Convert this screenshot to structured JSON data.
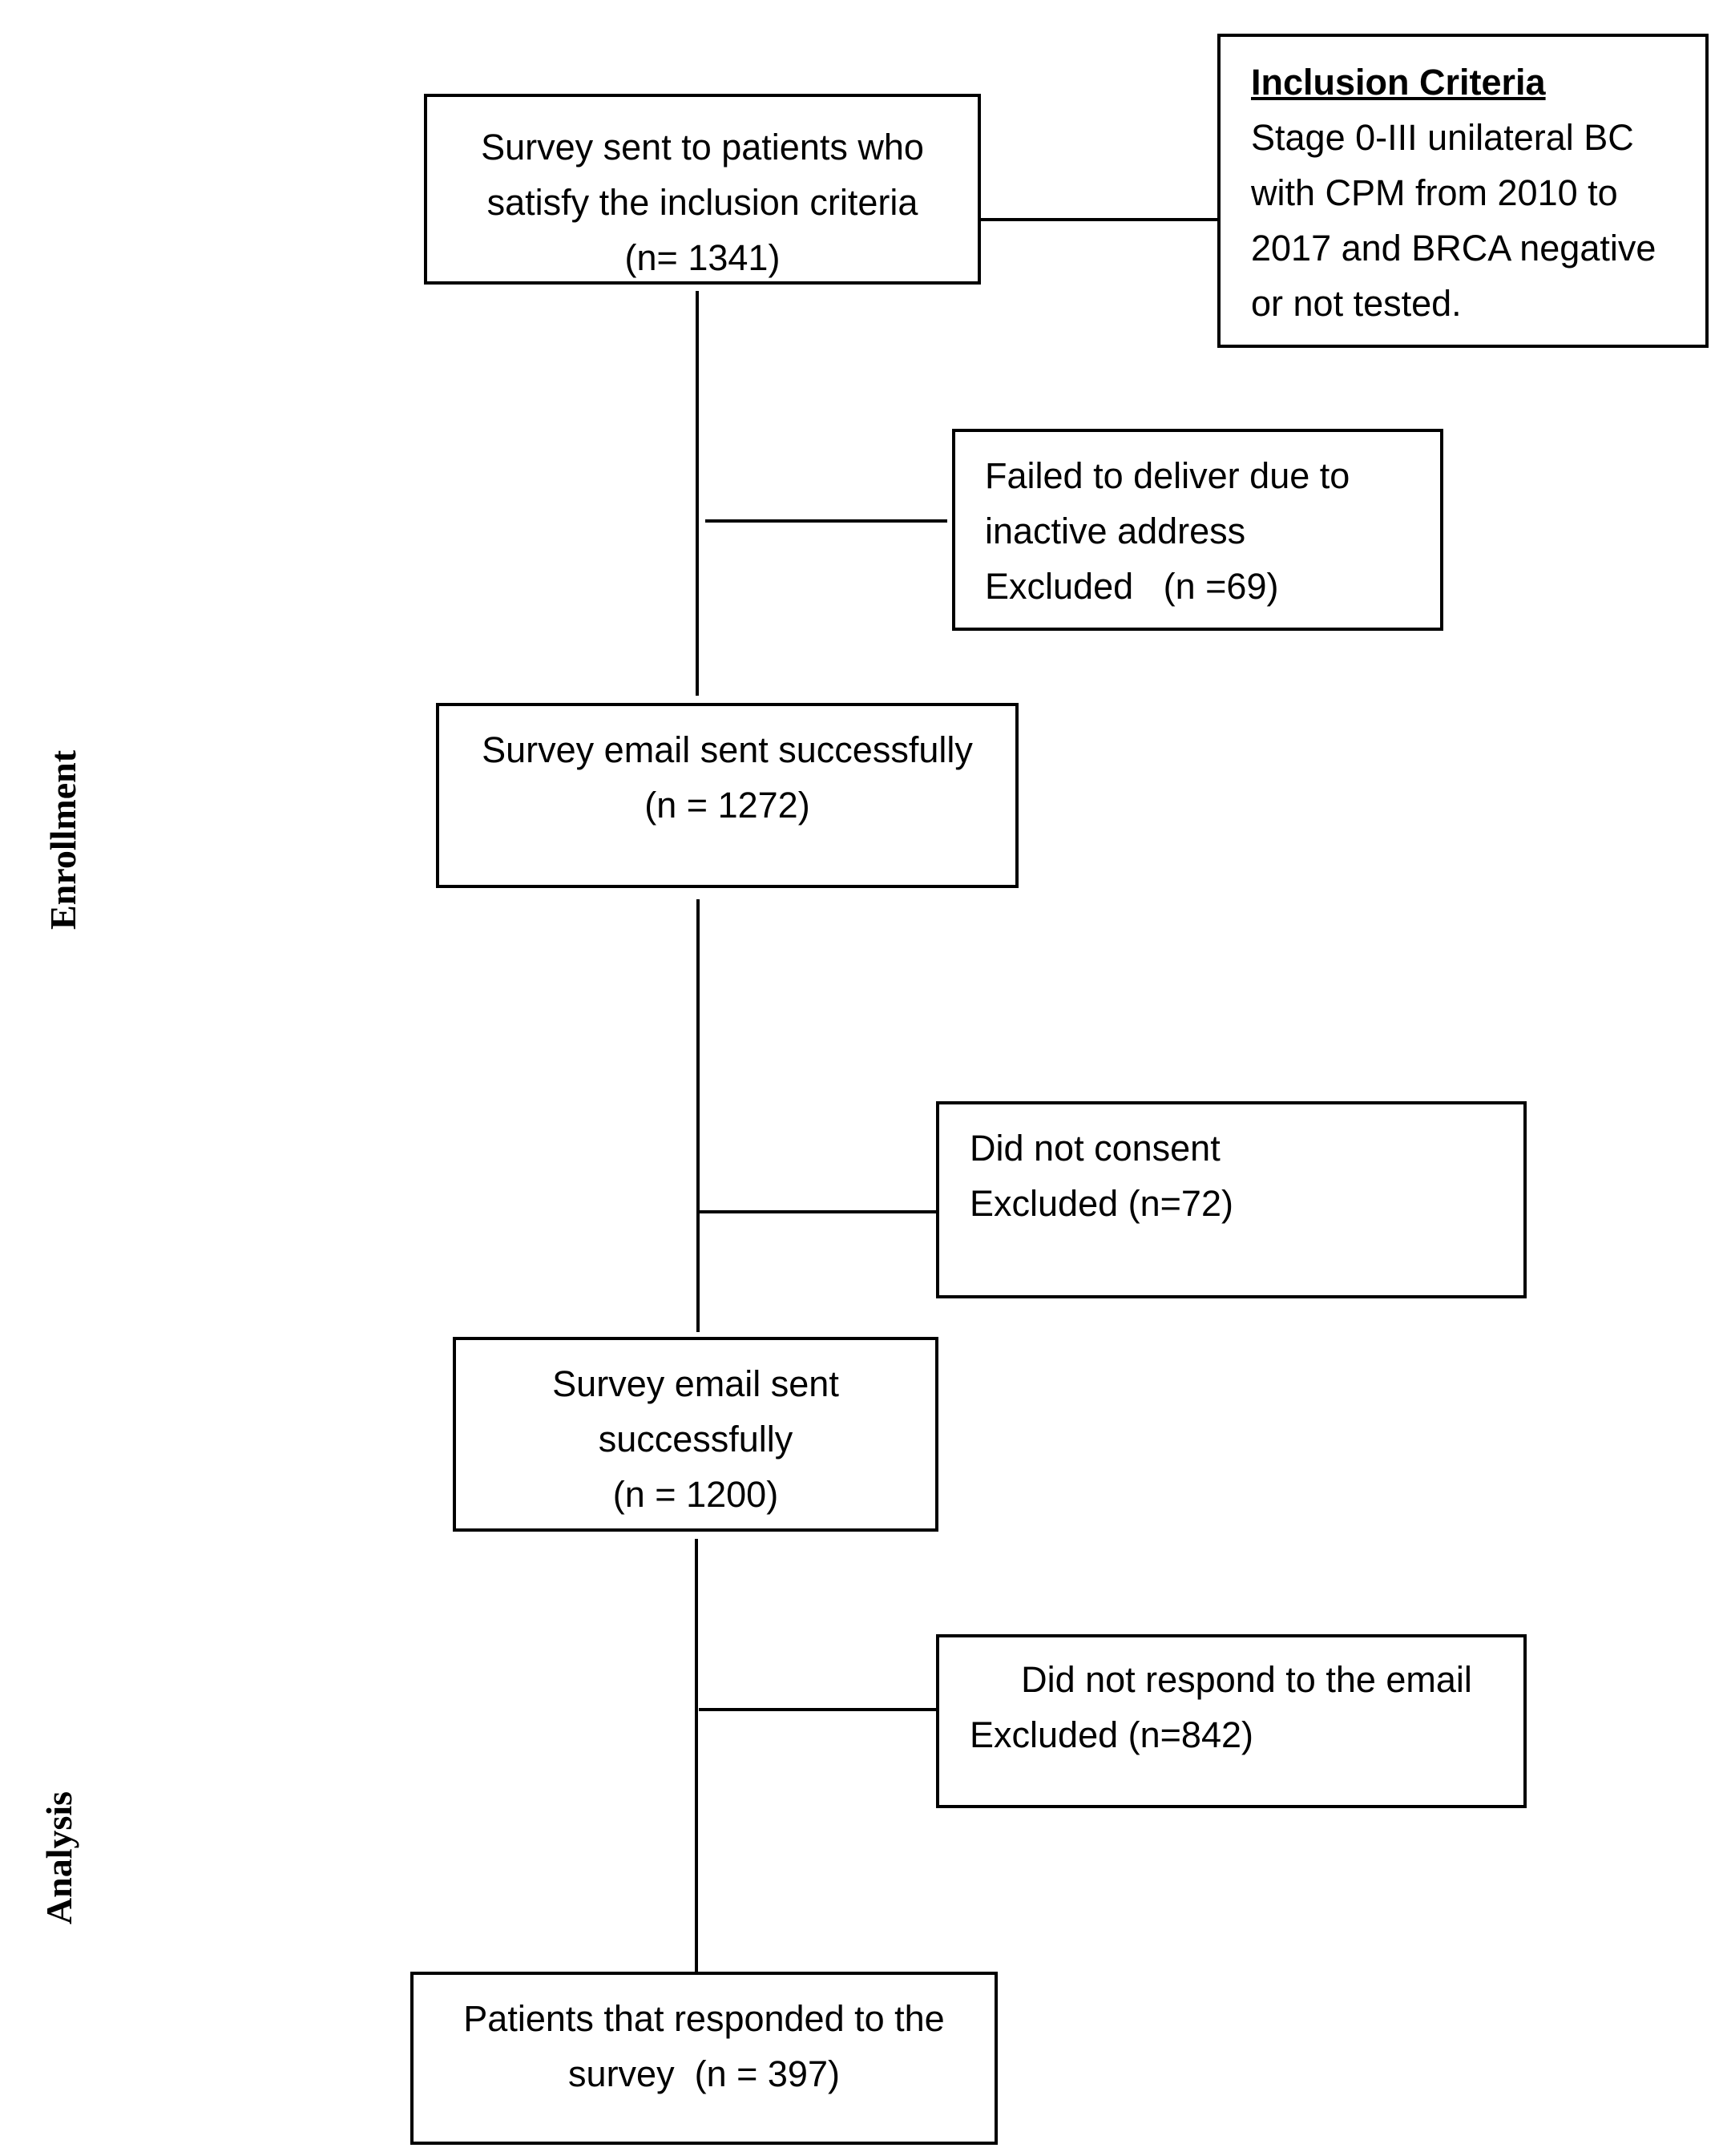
{
  "side_labels": {
    "enrollment": "Enrollment",
    "analysis": "Analysis"
  },
  "boxes": {
    "survey_sent": {
      "lines": [
        "Survey sent to patients who",
        "satisfy the inclusion criteria",
        "(n= 1341)"
      ]
    },
    "inclusion_criteria": {
      "title": "Inclusion Criteria",
      "lines": [
        "Stage 0-III unilateral BC",
        "with CPM from 2010 to",
        "2017 and BRCA negative",
        "or not tested."
      ]
    },
    "failed_delivery": {
      "lines": [
        "Failed to deliver due to",
        "inactive address",
        "Excluded   (n =69)"
      ]
    },
    "email_sent_1272": {
      "lines": [
        "Survey email sent successfully",
        "(n = 1272)"
      ]
    },
    "no_consent": {
      "lines": [
        "Did not consent",
        "Excluded (n=72)"
      ]
    },
    "email_sent_1200": {
      "lines": [
        "Survey email sent",
        "successfully",
        "(n = 1200)"
      ]
    },
    "no_response": {
      "lines": [
        "Did not respond to the email",
        "Excluded (n=842)"
      ]
    },
    "responded": {
      "lines": [
        "Patients that responded to the",
        "survey  (n = 397)"
      ]
    }
  }
}
